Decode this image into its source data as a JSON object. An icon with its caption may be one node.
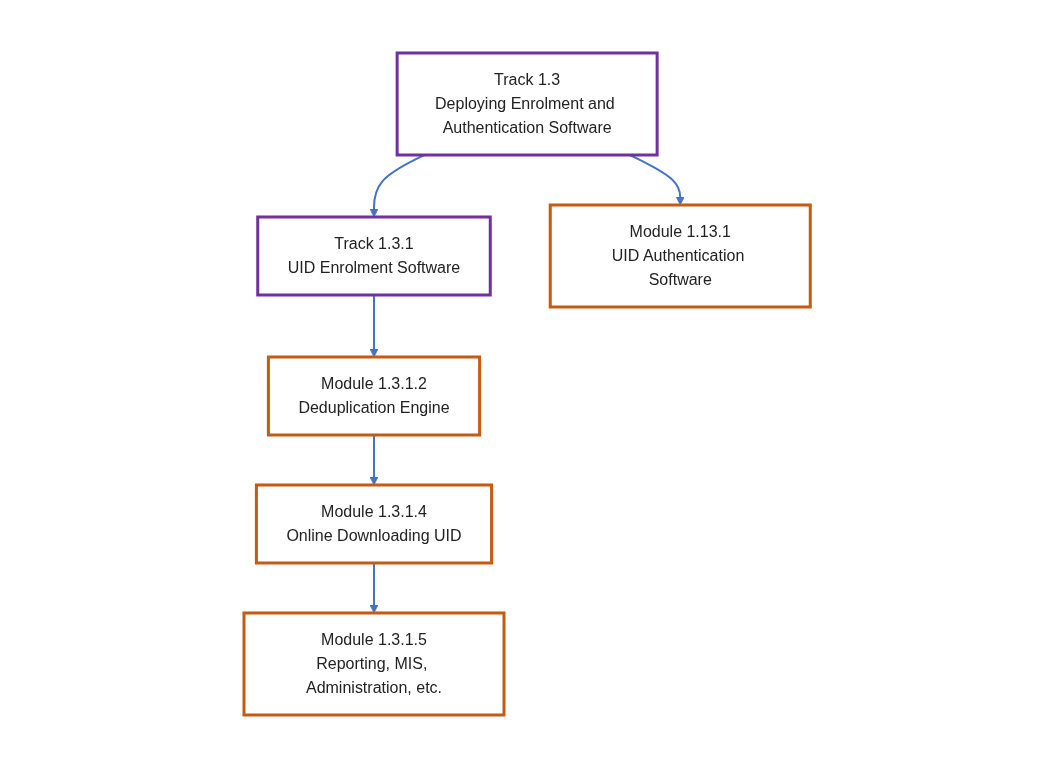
{
  "diagram": {
    "nodes": [
      {
        "text": [
          "Track 1.3",
          "Deploying Enrolment and Authentication Software"
        ]
      },
      {
        "text": [
          "Track 1.3.1",
          "UID Enrolment Software"
        ]
      },
      {
        "text": [
          "Module 1.13.1",
          "UID Authentication Software"
        ]
      },
      {
        "text": [
          "Module 1.3.1.2",
          "Deduplication Engine"
        ]
      },
      {
        "text": [
          "Module 1.3.1.4",
          "Online Downloading UID"
        ]
      },
      {
        "text": [
          "Module 1.3.1.5",
          "Reporting, MIS, Administration, etc."
        ]
      }
    ],
    "edges": [
      {
        "from": 0,
        "to": 1,
        "arrow": "to"
      },
      {
        "from": 0,
        "to": 2,
        "arrow": "to"
      },
      {
        "from": 1,
        "to": 3,
        "arrow": "to"
      },
      {
        "from": 3,
        "to": 4,
        "arrow": "to"
      },
      {
        "from": 4,
        "to": 5,
        "arrow": "to"
      }
    ]
  }
}
